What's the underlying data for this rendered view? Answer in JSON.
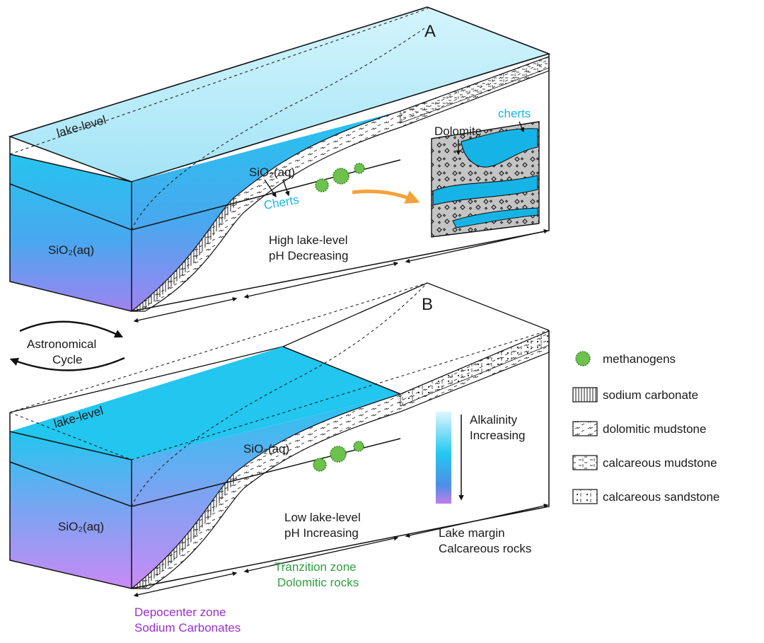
{
  "panels": {
    "a": {
      "letter": "A",
      "lake_level": "lake-level",
      "sio2_left": "SiO₂(aq)",
      "sio2_slope": "SiO₂(aq)",
      "cherts": "Cherts",
      "condition_line1": "High lake-level",
      "condition_line2": "pH Decreasing",
      "inset_dolomite": "Dolomite",
      "inset_cherts": "cherts"
    },
    "b": {
      "letter": "B",
      "lake_level": "lake-level",
      "sio2_left": "SiO₂(aq)",
      "sio2_slope": "SiO₂(aq)",
      "condition_line1": "Low lake-level",
      "condition_line2": "pH Increasing",
      "alkalinity_line1": "Alkalinity",
      "alkalinity_line2": "Increasing"
    }
  },
  "cycle": {
    "line1": "Astronomical",
    "line2": "Cycle"
  },
  "zones": {
    "depocenter": {
      "line1": "Depocenter zone",
      "line2": "Sodium Carbonates",
      "color": "#9a2fd0"
    },
    "transition": {
      "line1": "Tranzition zone",
      "line2": "Dolomitic rocks",
      "color": "#2f9e3f"
    },
    "margin": {
      "line1": "Lake margin",
      "line2": "Calcareous rocks",
      "color": "#1a1a1a"
    }
  },
  "legend": [
    {
      "icon": "methanogen-icon",
      "label": "methanogens"
    },
    {
      "icon": "sodium-carbonate-icon",
      "label": "sodium carbonate"
    },
    {
      "icon": "dolomitic-mudstone-icon",
      "label": "dolomitic mudstone"
    },
    {
      "icon": "calcareous-mudstone-icon",
      "label": "calcareous mudstone"
    },
    {
      "icon": "calcareous-sandstone-icon",
      "label": "calcareous sandstone"
    }
  ],
  "colors": {
    "water_light": "#c9f1fb",
    "water_cyan": "#22c8f0",
    "water_violet": "#c58af2",
    "chert": "#16b4e6",
    "arrow_orange": "#f5a13a",
    "methanogen": "#6cc24a"
  }
}
